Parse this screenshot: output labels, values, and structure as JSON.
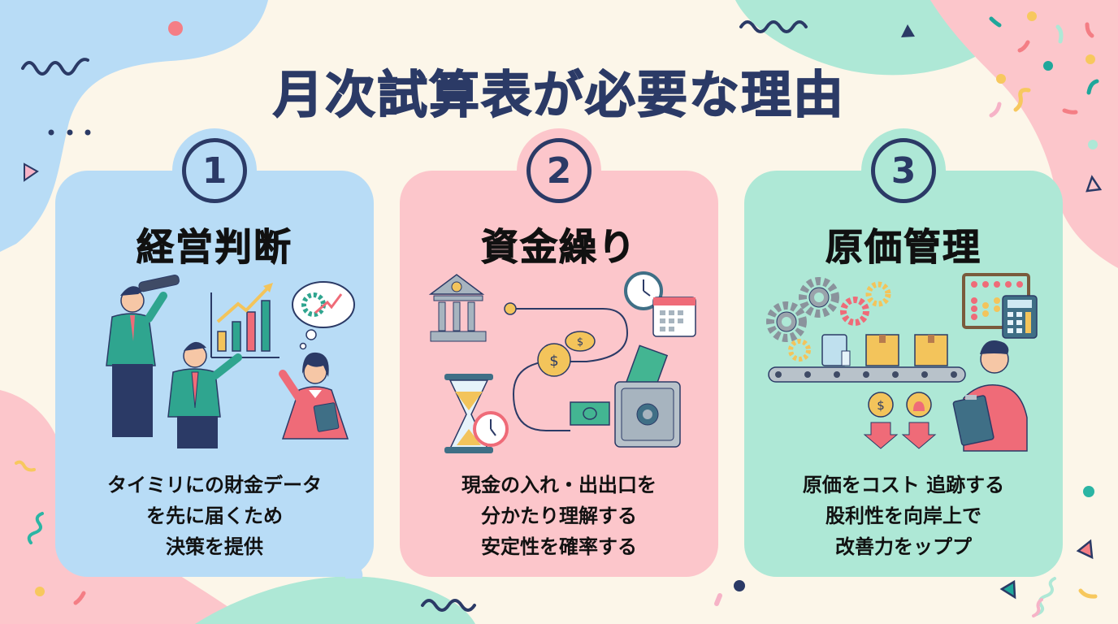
{
  "title": "月次試算表が必要な理由",
  "colors": {
    "background": "#fcf6e9",
    "title": "#2b3a66",
    "card_blue": "#b8dcf6",
    "card_pink": "#fcc6cb",
    "card_mint": "#aee8d6"
  },
  "cards": [
    {
      "number": "1",
      "title": "経営判断",
      "illustration": "business-people-telescope-growth-chart-icon",
      "description": [
        "タイミリにの財金データ",
        "を先に届くため",
        "決策を提供"
      ]
    },
    {
      "number": "2",
      "title": "資金繰り",
      "illustration": "bank-coins-cash-safe-hourglass-calendar-icon",
      "description": [
        "現金の入れ・出出口を",
        "分かたり理解する",
        "安定性を確率する"
      ]
    },
    {
      "number": "3",
      "title": "原価管理",
      "illustration": "gears-conveyor-boxes-abacus-calculator-person-icon",
      "description": [
        "原価をコスト 追跡する",
        "股利性を向岸上で",
        "改善力をッププ"
      ]
    }
  ]
}
